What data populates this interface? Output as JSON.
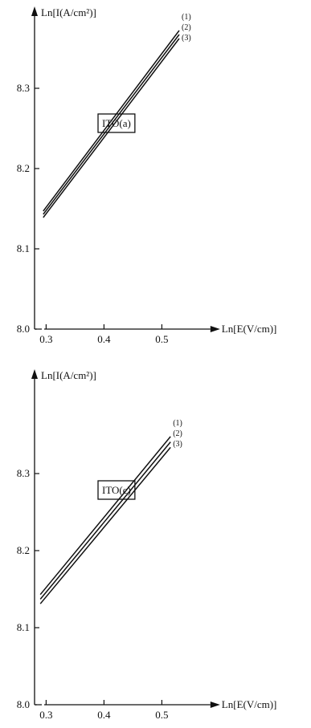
{
  "chart_data": [
    {
      "type": "line",
      "annotation": "ITO(a)",
      "title": "",
      "xlabel": "Ln[E(V/cm)]",
      "ylabel": "Ln[I(A/cm²)]",
      "xlim": [
        0.26,
        0.57
      ],
      "ylim": [
        8.0,
        8.43
      ],
      "xticks": [
        0.3,
        0.4,
        0.5
      ],
      "xtick_labels": [
        "0.3",
        "0.4",
        "0.5"
      ],
      "yticks": [
        8.0,
        8.1,
        8.2,
        8.3
      ],
      "ytick_labels": [
        "8.0",
        "8.1",
        "8.2",
        "8.3"
      ],
      "grid": false,
      "legend": "none",
      "series": [
        {
          "label": "(1)",
          "x": [
            0.295,
            0.53
          ],
          "y": [
            8.147,
            8.372
          ]
        },
        {
          "label": "(2)",
          "x": [
            0.295,
            0.53
          ],
          "y": [
            8.143,
            8.367
          ]
        },
        {
          "label": "(3)",
          "x": [
            0.295,
            0.53
          ],
          "y": [
            8.139,
            8.362
          ]
        }
      ]
    },
    {
      "type": "line",
      "annotation": "ITO(c)",
      "title": "",
      "xlabel": "Ln[E(V/cm)]",
      "ylabel": "Ln[I(A/cm²)]",
      "xlim": [
        0.26,
        0.57
      ],
      "ylim": [
        8.0,
        8.43
      ],
      "xticks": [
        0.3,
        0.4,
        0.5
      ],
      "xtick_labels": [
        "0.3",
        "0.4",
        "0.5"
      ],
      "yticks": [
        8.0,
        8.1,
        8.2,
        8.3
      ],
      "ytick_labels": [
        "8.0",
        "8.1",
        "8.2",
        "8.3"
      ],
      "grid": false,
      "legend": "none",
      "series": [
        {
          "label": "(1)",
          "x": [
            0.29,
            0.515
          ],
          "y": [
            8.143,
            8.348
          ]
        },
        {
          "label": "(2)",
          "x": [
            0.29,
            0.515
          ],
          "y": [
            8.137,
            8.341
          ]
        },
        {
          "label": "(3)",
          "x": [
            0.29,
            0.515
          ],
          "y": [
            8.131,
            8.334
          ]
        }
      ]
    }
  ]
}
